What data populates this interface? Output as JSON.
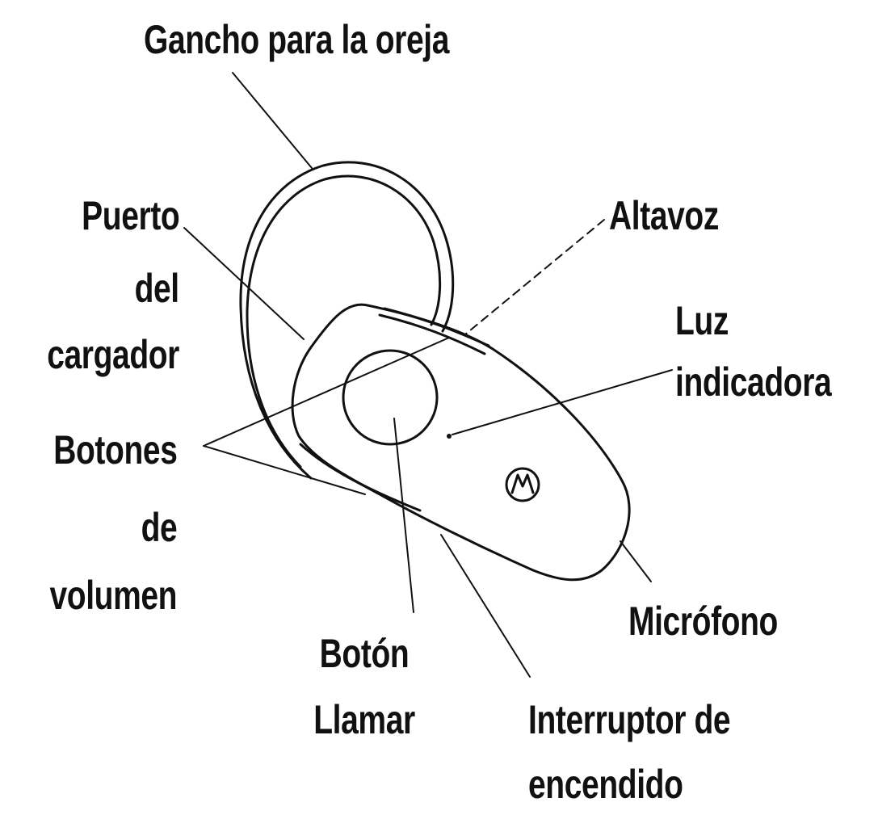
{
  "labels": {
    "ear_hook": "Gancho para la oreja",
    "charger_port": [
      "Puerto",
      "del",
      "cargador"
    ],
    "speaker": "Altavoz",
    "indicator_light": [
      "Luz",
      "indicadora"
    ],
    "volume_buttons": [
      "Botones",
      "de",
      "volumen"
    ],
    "microphone": "Micrófono",
    "call_button": [
      "Botón",
      "Llamar"
    ],
    "power_switch": [
      "Interruptor de",
      "encendido"
    ]
  },
  "colors": {
    "ink": "#111111",
    "background": "#ffffff"
  },
  "icons": {
    "brand_logo": "motorola-logo-icon"
  }
}
